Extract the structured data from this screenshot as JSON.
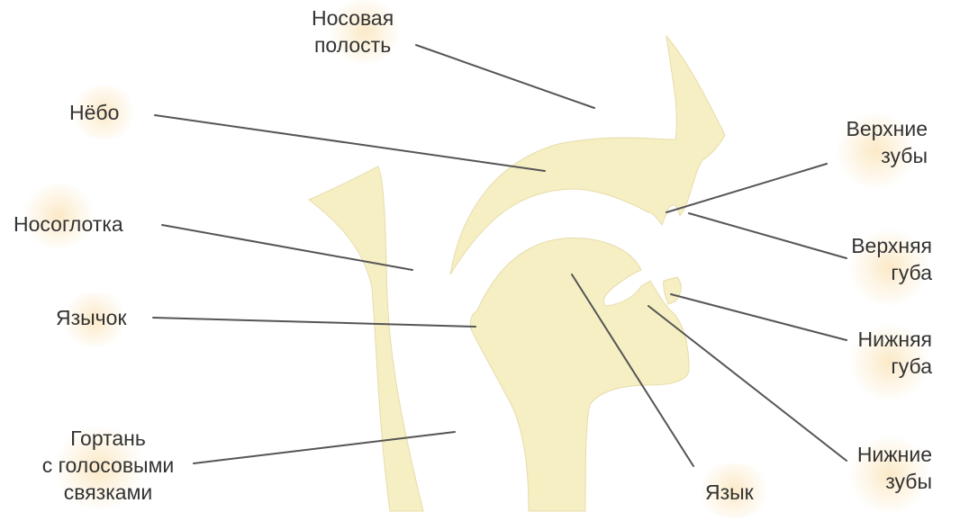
{
  "colors": {
    "tissue": "#F6EFC4",
    "tissue_edge": "#E6DCAA",
    "leader": "#555555",
    "text": "#333333",
    "halo": "#FAE2B4"
  },
  "labels": {
    "nasal_cavity": [
      "Носовая",
      "полость"
    ],
    "palate": "Нёбо",
    "nasopharynx": "Носоглотка",
    "uvula": "Язычок",
    "larynx": [
      "Гортань",
      "с голосовыми",
      "связками"
    ],
    "upper_teeth": [
      "Верхние",
      "зубы"
    ],
    "upper_lip": [
      "Верхняя",
      "губа"
    ],
    "lower_lip": [
      "Нижняя",
      "губа"
    ],
    "lower_teeth": [
      "Нижние",
      "зубы"
    ],
    "tongue": "Язык"
  }
}
